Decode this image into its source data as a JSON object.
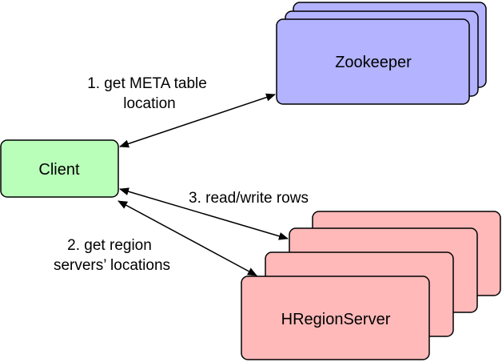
{
  "nodes": {
    "zookeeper": {
      "label": "Zookeeper",
      "fill": "#b3b3ff"
    },
    "client": {
      "label": "Client",
      "fill": "#b9ffb9"
    },
    "hregionserver": {
      "label": "HRegionServer",
      "fill": "#ffb9b9"
    }
  },
  "edges": {
    "meta": {
      "line1": "1. get META table",
      "line2": "location"
    },
    "region": {
      "line1": "2. get region",
      "line2": "servers’ locations"
    },
    "rows": {
      "label": "3. read/write rows"
    }
  },
  "colors": {
    "stroke": "#000000",
    "zookeeper": "#b3b3ff",
    "client": "#b9ffb9",
    "hregionserver": "#ffb9b9"
  }
}
